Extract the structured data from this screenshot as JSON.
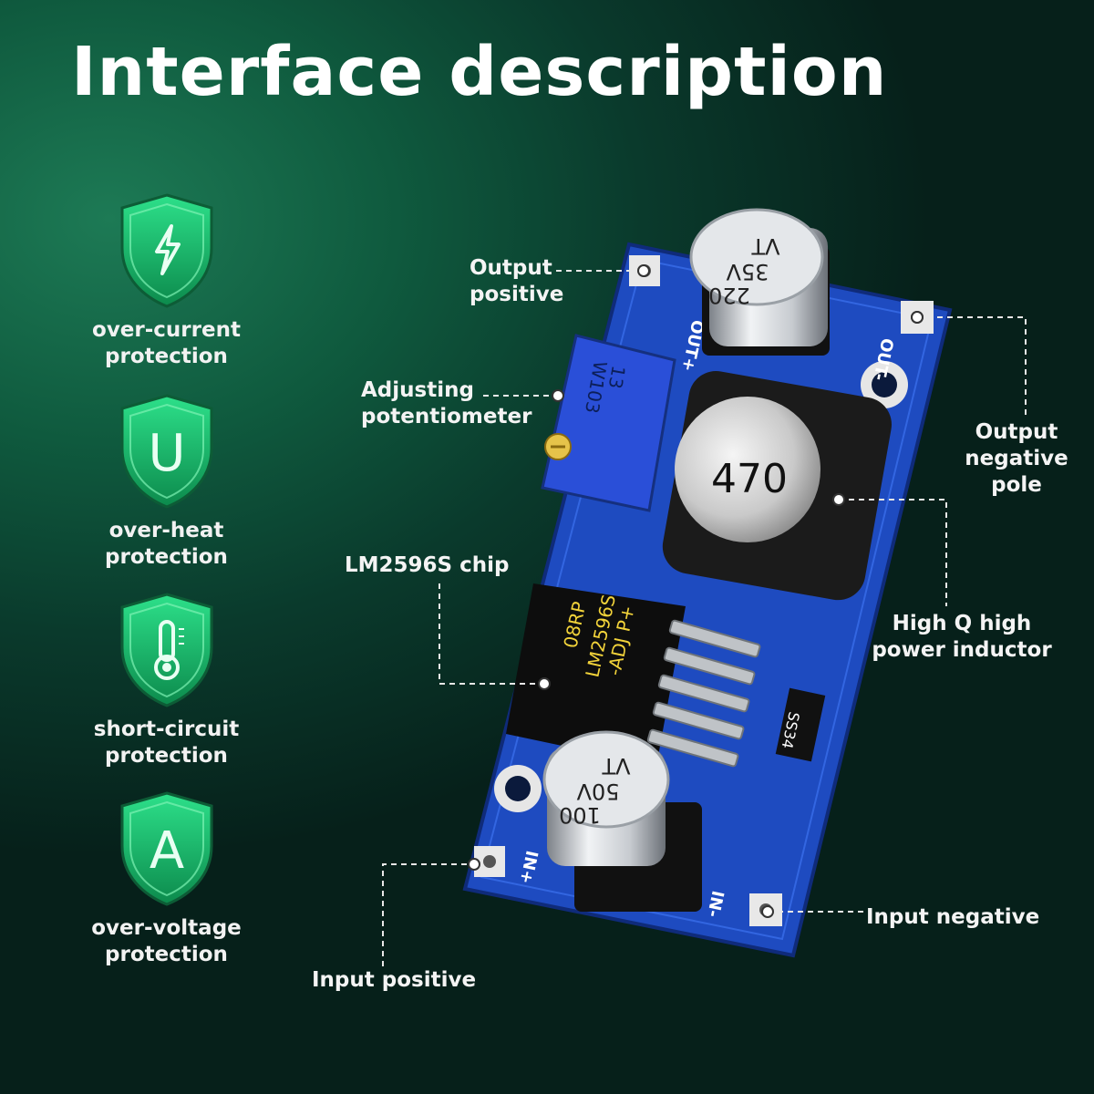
{
  "title": "Interface description",
  "features": [
    {
      "line1": "over-current",
      "line2": "protection",
      "icon": "lightning-bolt-icon"
    },
    {
      "line1": "over-heat",
      "line2": "protection",
      "icon": "letter-u-icon"
    },
    {
      "line1": "short-circuit",
      "line2": "protection",
      "icon": "thermometer-icon"
    },
    {
      "line1": "over-voltage",
      "line2": "protection",
      "icon": "letter-a-icon"
    }
  ],
  "icon_letters": {
    "u": "U",
    "a": "A"
  },
  "callouts": {
    "output_positive": {
      "line1": "Output",
      "line2": "positive"
    },
    "adjusting_pot": {
      "line1": "Adjusting",
      "line2": "potentiometer"
    },
    "chip": "LM2596S chip",
    "input_positive": "Input positive",
    "output_negative": {
      "line1": "Output",
      "line2": "negative",
      "line3": "pole"
    },
    "inductor": {
      "line1": "High Q high",
      "line2": "power inductor"
    },
    "input_negative": "Input negative"
  },
  "board": {
    "cap_out": {
      "line1": "VT",
      "line2": "35V",
      "line3": "220"
    },
    "cap_in": {
      "line1": "VT",
      "line2": "50V",
      "line3": "100"
    },
    "inductor": "470",
    "pot": {
      "line1": "W103",
      "line2": "13"
    },
    "chip": {
      "line1": "08RP",
      "line2": "LM2596S",
      "line3": "-ADJ",
      "line4": "P+"
    },
    "diode": "SS34",
    "pin_out_plus": "OUT+",
    "pin_out_minus": "OUT-",
    "pin_in_plus": "IN+",
    "pin_in_minus": "IN-"
  },
  "colors": {
    "background": "#0f5a3e",
    "shield": "#1fd07a",
    "board": "#1f4fc4",
    "dashed_line": "#e8e8e8"
  }
}
